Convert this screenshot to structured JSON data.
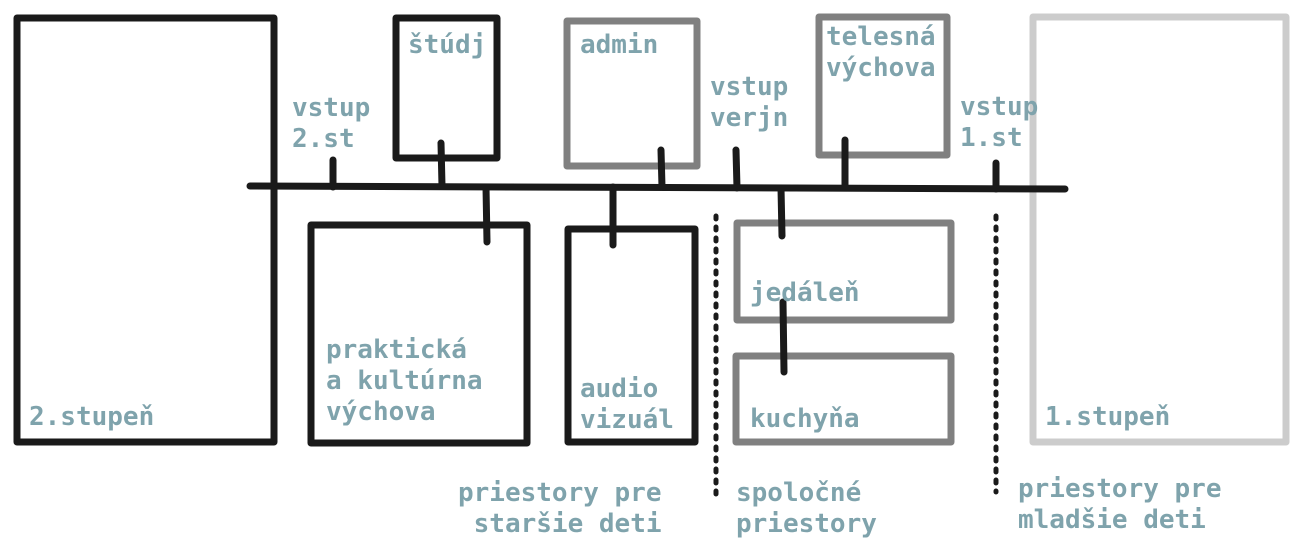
{
  "colors": {
    "background": "#ffffff",
    "label_text": "#7fa3ac",
    "strong_outline": "#1a1a1a",
    "medium_outline": "#808080",
    "faint_outline": "#cccccc"
  },
  "rooms": {
    "second_level": {
      "label": "2.stupeň"
    },
    "study": {
      "label": "štúdj"
    },
    "admin": {
      "label": "admin"
    },
    "pe": {
      "lines": [
        "telesná",
        "výchova"
      ]
    },
    "first_level": {
      "label": "1.stupeň"
    },
    "practical": {
      "lines": [
        "praktická",
        "a kultúrna",
        "výchova"
      ]
    },
    "audiovisual": {
      "lines": [
        "audio",
        "vizuál"
      ]
    },
    "dining": {
      "label": "jedáleň"
    },
    "kitchen": {
      "label": "kuchyňa"
    }
  },
  "entrances": {
    "second_level": {
      "lines": [
        "vstup",
        "2.st"
      ]
    },
    "public": {
      "lines": [
        "vstup",
        "verjn"
      ]
    },
    "first_level": {
      "lines": [
        "vstup",
        "1.st"
      ]
    }
  },
  "zones": {
    "older_children": {
      "lines": [
        "priestory pre",
        "staršie deti"
      ]
    },
    "shared": {
      "lines": [
        "spoločné",
        "priestory"
      ]
    },
    "younger_children": {
      "lines": [
        "priestory pre",
        "mladšie deti"
      ]
    }
  }
}
